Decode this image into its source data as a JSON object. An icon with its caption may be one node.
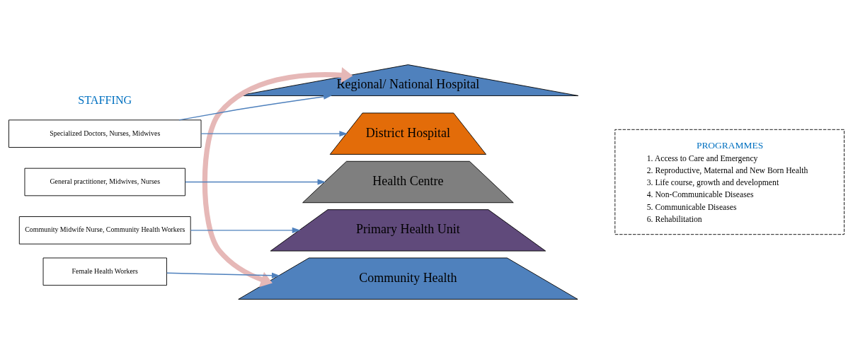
{
  "diagram": {
    "nodes": [
      {
        "text": [
          "Regional/ National Hospital"
        ]
      },
      {
        "text": [
          "District Hospital"
        ]
      },
      {
        "text": [
          "Health Centre"
        ]
      },
      {
        "text": [
          "Primary Health Unit"
        ]
      },
      {
        "text": [
          "Community Health"
        ]
      },
      {
        "text": [
          "Specialized Doctors, Nurses, Midwives"
        ]
      },
      {
        "text": [
          "General practitioner, Midwives, Nurses"
        ]
      },
      {
        "text": [
          "Community Midwife Nurse, Community Health Workers"
        ]
      },
      {
        "text": [
          "Female Health Workers"
        ]
      },
      {
        "text": [
          "PROGRAMMES",
          "1. Access to Care and Emergency",
          "2. Reproductive, Maternal and New Born Health",
          "3. Life course, growth and development",
          "4. Non-Communicable Diseases",
          "5. Communicable Diseases",
          "6. Rehabilitation"
        ]
      }
    ],
    "edges": [
      {
        "from": 5,
        "to": 0,
        "arrow": "to"
      },
      {
        "from": 5,
        "to": 1,
        "arrow": "to"
      },
      {
        "from": 6,
        "to": 2,
        "arrow": "to"
      },
      {
        "from": 7,
        "to": 3,
        "arrow": "to"
      },
      {
        "from": 8,
        "to": 4,
        "arrow": "to"
      },
      {
        "from": 4,
        "to": 0,
        "arrow": "both",
        "style": "thick",
        "color": "#e6b8b7"
      }
    ],
    "labels": [
      "STAFFING"
    ]
  }
}
